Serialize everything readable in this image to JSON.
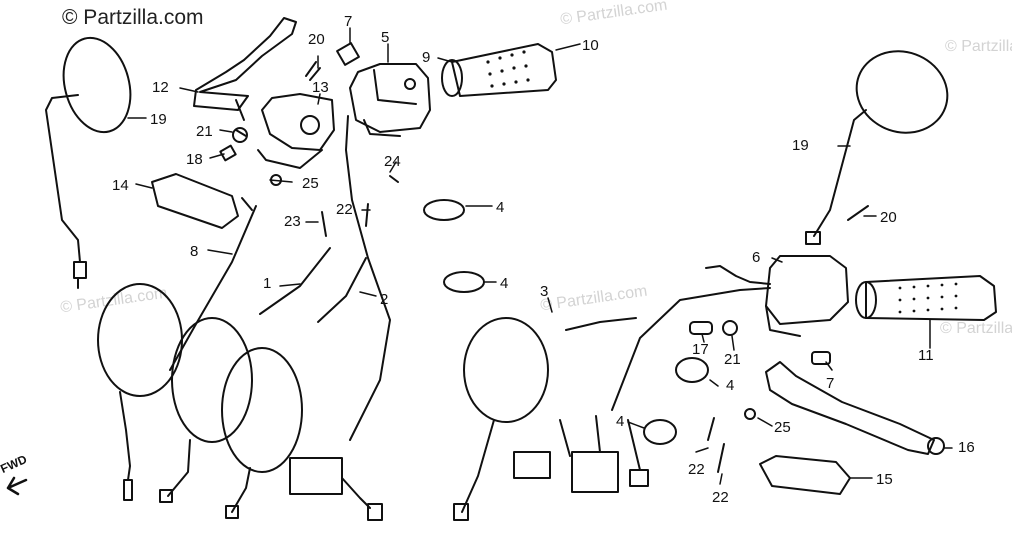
{
  "watermark": {
    "main": "© Partzilla.com",
    "faint": "© Partzilla.com",
    "color": "#d3d3d3"
  },
  "fwd_label": "FWD",
  "callouts": [
    {
      "id": "c1",
      "text": "1"
    },
    {
      "id": "c2",
      "text": "2"
    },
    {
      "id": "c3",
      "text": "3"
    },
    {
      "id": "c4a",
      "text": "4"
    },
    {
      "id": "c4b",
      "text": "4"
    },
    {
      "id": "c4c",
      "text": "4"
    },
    {
      "id": "c4d",
      "text": "4"
    },
    {
      "id": "c5",
      "text": "5"
    },
    {
      "id": "c6",
      "text": "6"
    },
    {
      "id": "c7a",
      "text": "7"
    },
    {
      "id": "c7b",
      "text": "7"
    },
    {
      "id": "c8",
      "text": "8"
    },
    {
      "id": "c9",
      "text": "9"
    },
    {
      "id": "c10",
      "text": "10"
    },
    {
      "id": "c11",
      "text": "11"
    },
    {
      "id": "c12",
      "text": "12"
    },
    {
      "id": "c13",
      "text": "13"
    },
    {
      "id": "c14",
      "text": "14"
    },
    {
      "id": "c15",
      "text": "15"
    },
    {
      "id": "c16",
      "text": "16"
    },
    {
      "id": "c17",
      "text": "17"
    },
    {
      "id": "c18",
      "text": "18"
    },
    {
      "id": "c19a",
      "text": "19"
    },
    {
      "id": "c19b",
      "text": "19"
    },
    {
      "id": "c20a",
      "text": "20"
    },
    {
      "id": "c20b",
      "text": "20"
    },
    {
      "id": "c21a",
      "text": "21"
    },
    {
      "id": "c21b",
      "text": "21"
    },
    {
      "id": "c22a",
      "text": "22"
    },
    {
      "id": "c22b",
      "text": "22"
    },
    {
      "id": "c22c",
      "text": "22"
    },
    {
      "id": "c23",
      "text": "23"
    },
    {
      "id": "c24",
      "text": "24"
    },
    {
      "id": "c25a",
      "text": "25"
    },
    {
      "id": "c25b",
      "text": "25"
    }
  ]
}
